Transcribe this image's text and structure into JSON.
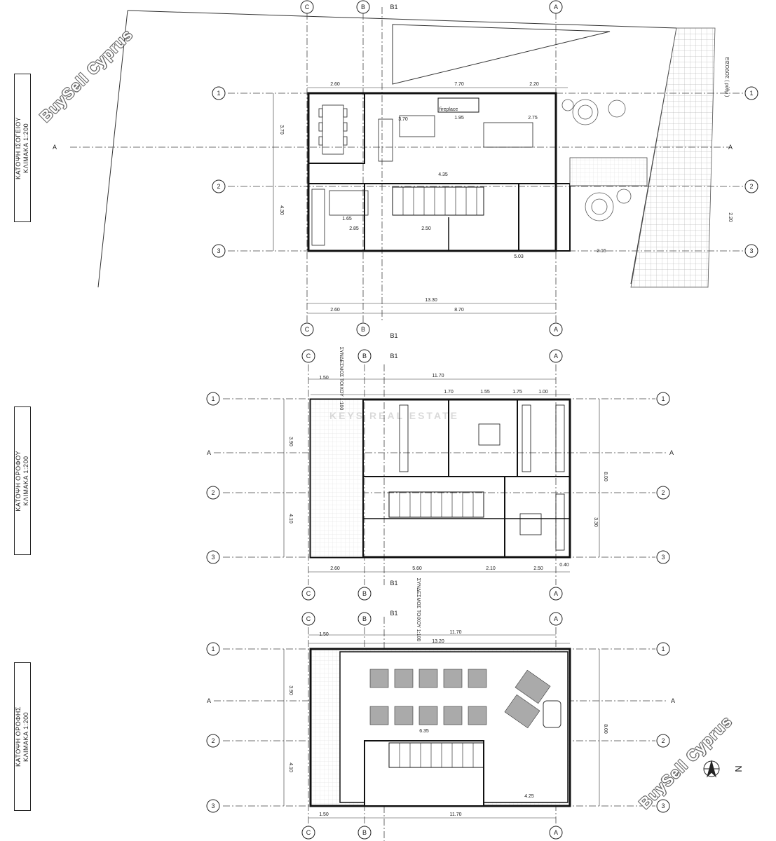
{
  "plans": [
    {
      "title": "ΚΑΤΟΨΗ ΙΣΟΓΕΙΟΥ\nΚΛΙΜΑΚΑ 1:200"
    },
    {
      "title": "ΚΑΤΟΨΗ ΟΡΟΦΟΥ\nΚΛΙΜΑΚΑ 1:200"
    },
    {
      "title": "ΚΑΤΟΨΗ ΟΡΟΦΗΣ\nΚΛΙΜΑΚΑ 1:200"
    }
  ],
  "watermarks": {
    "top": "BuySell Cyprus",
    "bottom": "BuySell Cyprus",
    "center": "KEYS REAL ESTATE"
  },
  "grid_labels": {
    "axis_top": [
      "C",
      "B",
      "B1",
      "A"
    ],
    "axis_side": [
      "1",
      "2",
      "3"
    ],
    "section": "A"
  },
  "dims": {
    "ground_top": [
      "2.60",
      "7.70",
      "2.20"
    ],
    "ground_bottom_total": "13.30",
    "ground_bottom": [
      "2.60",
      "8.70"
    ],
    "ground_rooms": [
      "3.70",
      "1.95",
      "2.75",
      "1.65",
      "4.35",
      "2.85",
      "2.50",
      "5.03",
      "2.15"
    ],
    "ground_side": [
      "3.70",
      "4.30",
      "2.20"
    ],
    "first_top_total": "11.70",
    "first_top": [
      "1.50",
      "1.70",
      "1.55",
      "1.75",
      "1.00"
    ],
    "first_bottom": [
      "2.60",
      "5.60",
      "2.10",
      "2.50",
      "0.40"
    ],
    "first_side": [
      "3.90",
      "4.10",
      "8.00",
      "3.30"
    ],
    "roof_top": [
      "1.50",
      "11.70",
      "13.20"
    ],
    "roof_inner": [
      "6.35",
      "4.25"
    ],
    "roof_side": [
      "3.90",
      "4.10",
      "8.00"
    ],
    "roof_bottom": [
      "1.50",
      "11.70"
    ],
    "entrance": "ΕΙΣΟΔΟΣ ( ρύθμ )",
    "fireplace": "fireplace",
    "section_label": "ΣΥΝΔΕΣΜΟΣ ΤΟΙΧΟΥ 1:100",
    "north": "N"
  }
}
